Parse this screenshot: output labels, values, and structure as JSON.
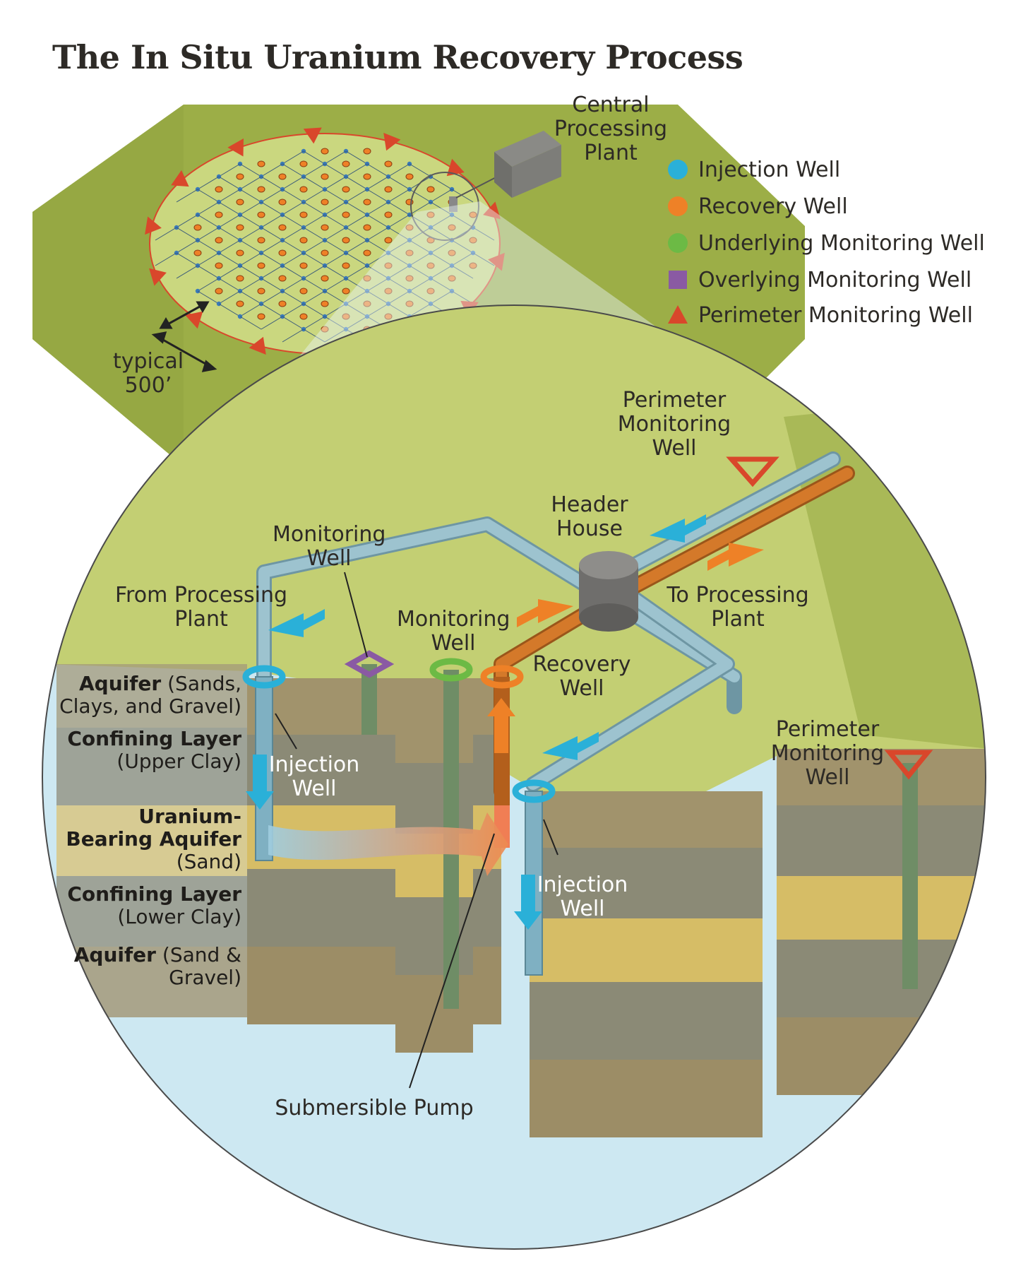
{
  "title": "The In Situ Uranium Recovery Process",
  "legend": {
    "items": [
      {
        "label": "Injection Well",
        "color": "#2ab0d8",
        "icon": "circle"
      },
      {
        "label": "Recovery Well",
        "color": "#ee8127",
        "icon": "circle"
      },
      {
        "label": "Underlying Monitoring Well",
        "color": "#6cba45",
        "icon": "circle"
      },
      {
        "label": "Overlying Monitoring Well",
        "color": "#8a5aa3",
        "icon": "square"
      },
      {
        "label": "Perimeter Monitoring Well",
        "color": "#d9472b",
        "icon": "triangle"
      }
    ]
  },
  "map": {
    "plant_label": "Central Processing Plant",
    "distance_label": "typical 500’"
  },
  "labels": {
    "perimeter_top": "Perimeter Monitoring Well",
    "header_house": "Header House",
    "monitoring_well_left": "Monitoring Well",
    "monitoring_well_mid": "Monitoring Well",
    "from_plant": "From Processing Plant",
    "to_plant": "To Processing Plant",
    "recovery_well": "Recovery Well",
    "perimeter_right": "Perimeter Monitoring Well",
    "injection_left": "Injection Well",
    "injection_right": "Injection Well",
    "pump": "Submersible Pump"
  },
  "strata": [
    {
      "bold": "Aquifer",
      "normal": "(Sands, Clays, and Gravel)"
    },
    {
      "bold": "Confining Layer",
      "normal": "(Upper Clay)"
    },
    {
      "bold": "Uranium-Bearing Aquifer",
      "normal": "(Sand)"
    },
    {
      "bold": "Confining Layer",
      "normal": "(Lower Clay)"
    },
    {
      "bold": "Aquifer",
      "normal": "(Sand & Gravel)"
    }
  ],
  "colors": {
    "ground": "#c3cf73",
    "ground_dark": "#8ea03e",
    "water": "#cde8f2",
    "injection": "#2ab0d8",
    "recovery": "#ee8127",
    "perimeter": "#d9472b",
    "pipe_blue": "#8fb6c4",
    "pipe_orange": "#d4792a"
  }
}
